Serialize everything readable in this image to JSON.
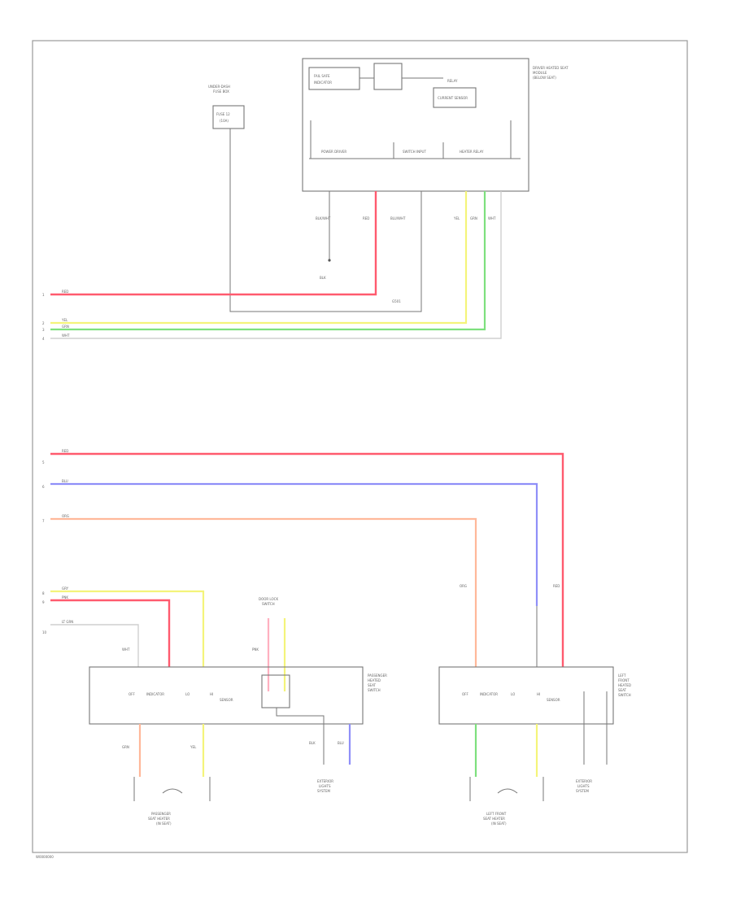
{
  "footer_code": "W0000000",
  "colors": {
    "red": "#ff5a6e",
    "yellow": "#f4f47a",
    "green": "#7ee07e",
    "white": "#cfcfcf",
    "blue": "#8f8ff8",
    "orange": "#ffb89a"
  },
  "top_section": {
    "heated_seat_module_label": [
      "DRIVER HEATED SEAT",
      "MODULE",
      "(BELOW SEAT)"
    ],
    "inner_labels": {
      "fail_safe": "FAIL SAFE",
      "indicator": "INDICATOR",
      "relay": "RELAY",
      "current_sensor": "CURRENT SENSOR",
      "power_driver": "POWER DRIVER",
      "switch_input": "SWITCH INPUT",
      "heater_relay": "HEATER RELAY"
    },
    "fuse_box_label": [
      "UNDER-DASH",
      "FUSE BOX",
      "FUSE 12",
      "(10A)"
    ],
    "wire_codes": [
      "BLK/WHT",
      "RED",
      "BLU/WHT",
      "YEL",
      "GRN",
      "WHT",
      "BLK",
      "G501"
    ],
    "left_wire_labels": [
      "RED",
      "YEL",
      "GRN",
      "WHT"
    ],
    "left_pin_labels": [
      "1",
      "2",
      "3",
      "4"
    ]
  },
  "bottom_section": {
    "left_wire_labels": [
      "RED",
      "BLU",
      "ORG",
      "GRY",
      "PNK",
      "LT GRN"
    ],
    "left_pin_labels": [
      "5",
      "6",
      "7",
      "8",
      "9",
      "10"
    ],
    "passenger_switch_label": [
      "PASSENGER",
      "HEATED",
      "SEAT",
      "SWITCH"
    ],
    "driver_switch_label": [
      "LEFT",
      "FRONT",
      "HEATED",
      "SEAT",
      "SWITCH"
    ],
    "door_lock_label": [
      "DOOR LOCK",
      "SWITCH"
    ],
    "passenger_seat_heater_label": [
      "PASSENGER",
      "SEAT HEATER",
      "(IN SEAT)"
    ],
    "driver_seat_heater_label": [
      "LEFT FRONT",
      "SEAT HEATER",
      "(IN SEAT)"
    ],
    "passenger_element_label": [
      "EXTERIOR",
      "LIGHTS",
      "SYSTEM"
    ],
    "driver_element_label": [
      "EXTERIOR",
      "LIGHTS",
      "SYSTEM"
    ],
    "switch_inner_labels": [
      "OFF",
      "HI",
      "LO",
      "INDICATOR",
      "SENSOR"
    ],
    "wire_codes": [
      "GRN",
      "YEL",
      "BLU",
      "RED",
      "PNK",
      "BLK",
      "WHT",
      "ORG"
    ]
  }
}
